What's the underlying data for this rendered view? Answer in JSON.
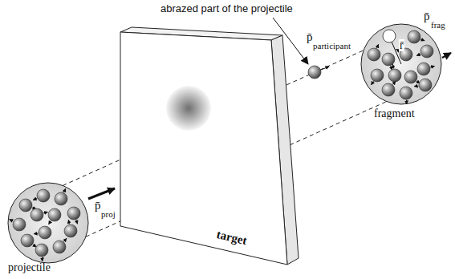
{
  "diagram": {
    "nodes": [
      {
        "text": [
          "projectile"
        ]
      },
      {
        "text": [
          "target"
        ]
      },
      {
        "text": [
          "fragment"
        ]
      }
    ],
    "edges": [
      {
        "from": 0,
        "to": 2,
        "arrow": "none"
      },
      {
        "from": 0,
        "to": 2,
        "arrow": "none"
      }
    ],
    "labels": [
      "abrazed part of the projectile",
      "p̄",
      "proj",
      "p̄",
      "participant",
      "p̄",
      "frag",
      "r̄"
    ]
  }
}
